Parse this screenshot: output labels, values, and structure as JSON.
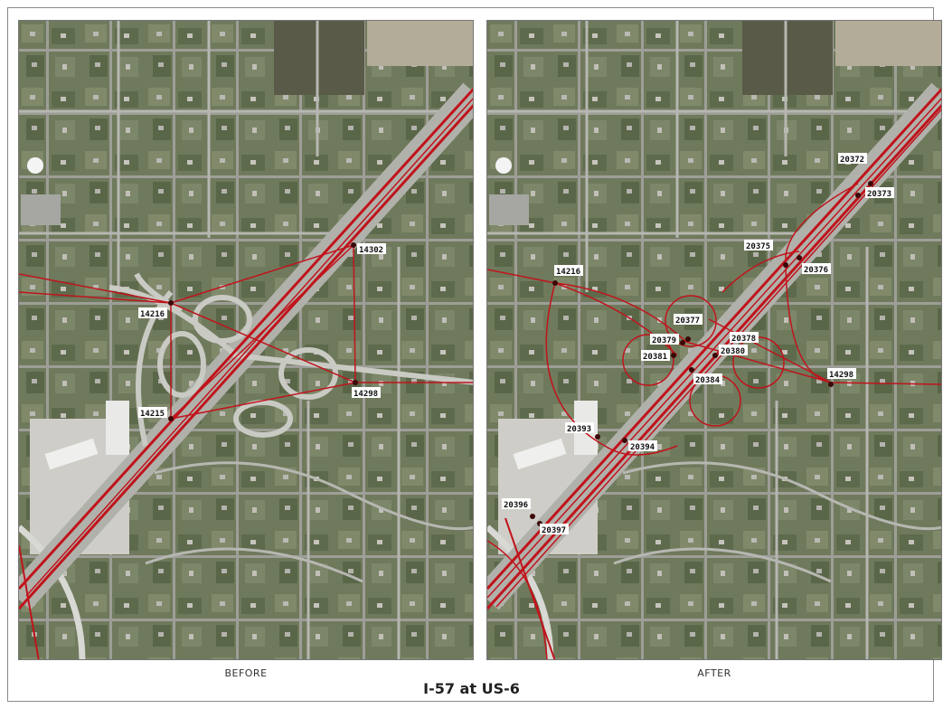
{
  "title": "I-57 at US-6",
  "panels": {
    "before": {
      "caption": "BEFORE",
      "nodes": [
        {
          "id": "14302",
          "label": "14302"
        },
        {
          "id": "14216",
          "label": "14216"
        },
        {
          "id": "14298",
          "label": "14298"
        },
        {
          "id": "14215",
          "label": "14215"
        }
      ]
    },
    "after": {
      "caption": "AFTER",
      "nodes": [
        {
          "id": "20372",
          "label": "20372"
        },
        {
          "id": "20373",
          "label": "20373"
        },
        {
          "id": "20375",
          "label": "20375"
        },
        {
          "id": "20376",
          "label": "20376"
        },
        {
          "id": "14216",
          "label": "14216"
        },
        {
          "id": "20377",
          "label": "20377"
        },
        {
          "id": "20378",
          "label": "20378"
        },
        {
          "id": "20379",
          "label": "20379"
        },
        {
          "id": "20380",
          "label": "20380"
        },
        {
          "id": "20381",
          "label": "20381"
        },
        {
          "id": "20384",
          "label": "20384"
        },
        {
          "id": "14298",
          "label": "14298"
        },
        {
          "id": "20393",
          "label": "20393"
        },
        {
          "id": "20394",
          "label": "20394"
        },
        {
          "id": "20396",
          "label": "20396"
        },
        {
          "id": "20397",
          "label": "20397"
        }
      ]
    }
  },
  "colors": {
    "network_line": "#c0141c",
    "node": "#3a0808",
    "label_bg": "#ffffff",
    "label_text": "#111111"
  }
}
